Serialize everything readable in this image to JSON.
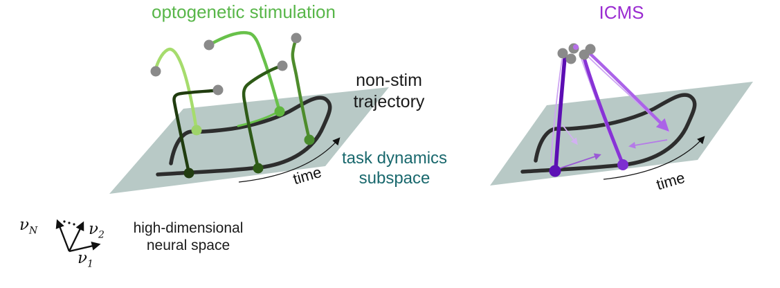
{
  "figure": {
    "left_panel": {
      "title": "optogenetic stimulation",
      "title_color": "#58b649",
      "plane_color": "#b8c9c6",
      "non_stim_trajectory_color": "#2d2d2d",
      "trajectory_colors": [
        "#a6dc6d",
        "#203c0f",
        "#68c14a",
        "#2e5a17",
        "#4e8c2c"
      ],
      "stim_start_dot_colors": [
        "#9ed36a",
        "#223c11",
        "#5fb53e",
        "#2e5a17",
        "#4a8c2e"
      ],
      "endpoint_dot_color": "#8a8a8a",
      "trajectory_count": 5
    },
    "right_panel": {
      "title": "ICMS",
      "title_color": "#9a2bd1",
      "plane_color": "#b8c9c6",
      "non_stim_trajectory_color": "#2d2d2d",
      "stim_line_colors": [
        "#5c0db3",
        "#8833d6",
        "#ab63e8"
      ],
      "thin_line_color": "#cda4f2",
      "plane_arrow_colors": [
        "#9b59d6",
        "#b57ae8",
        "#d2b0f2"
      ],
      "stim_start_dot_colors": [
        "#5c10b5",
        "#7d2fd0"
      ],
      "endpoint_dot_color": "#8a8a8a",
      "endpoint_cluster_count": 5
    },
    "annotations": {
      "non_stim": {
        "line1": "non-stim",
        "line2": "trajectory",
        "color": "#1a1a1a"
      },
      "subspace": {
        "line1": "task dynamics",
        "line2": "subspace",
        "color": "#19686d"
      },
      "neural_space": {
        "line1": "high-dimensional",
        "line2": "neural space",
        "color": "#1a1a1a"
      },
      "time_left": "time",
      "time_right": "time",
      "axes": {
        "nu": "ν",
        "sub_N": "N",
        "sub_2": "2",
        "sub_1": "1"
      }
    }
  }
}
